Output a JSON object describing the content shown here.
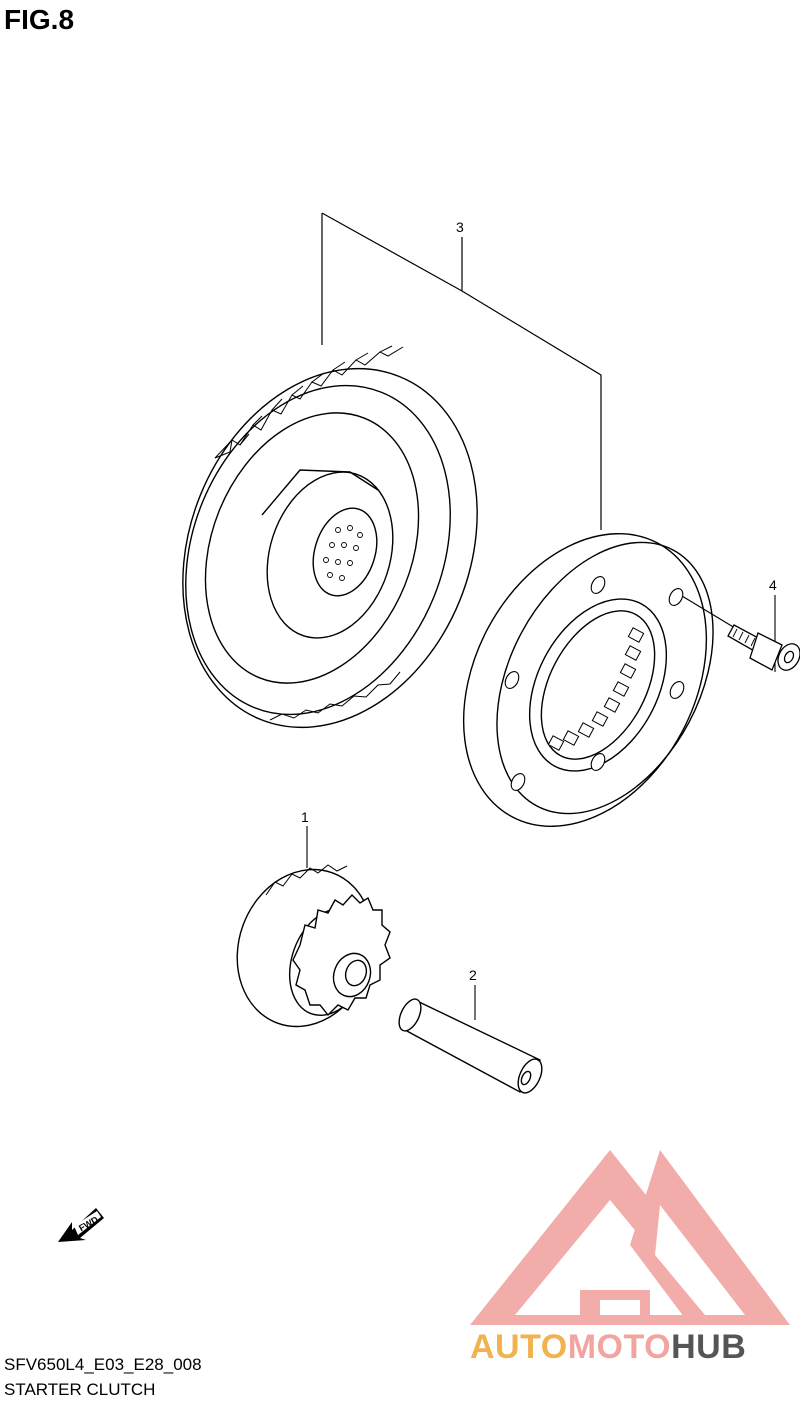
{
  "figure": {
    "title": "FIG.8",
    "code": "SFV650L4_E03_E28_008",
    "caption": "STARTER CLUTCH"
  },
  "callouts": {
    "part_1": "1",
    "part_2": "2",
    "part_3": "3",
    "part_4": "4"
  },
  "fwd_arrow": {
    "label": "FWD"
  },
  "watermark": {
    "part_a": "AUTO",
    "part_b": "MOTO",
    "part_c": "HUB",
    "colors": {
      "auto": "#f2b24f",
      "moto": "#f1a4a0",
      "hub": "#555555",
      "logo": "#f1a4a0"
    }
  }
}
